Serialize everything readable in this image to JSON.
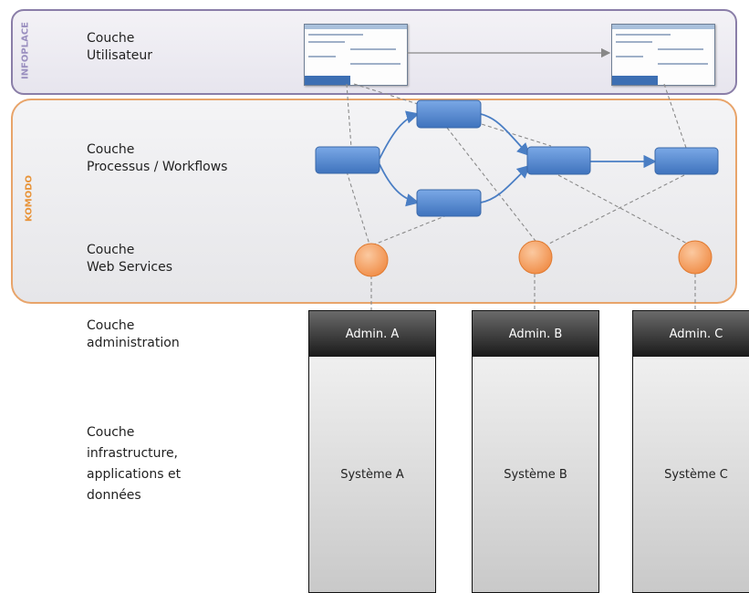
{
  "layers": {
    "infoplace_tag": "INFOPLACE",
    "komodo_tag": "KOMODO"
  },
  "labels": {
    "utilisateur": [
      "Couche",
      "Utilisateur"
    ],
    "processus": [
      "Couche",
      "Processus / Workflows"
    ],
    "webservices": [
      "Couche",
      "Web Services"
    ],
    "administration": [
      "Couche",
      "administration"
    ],
    "infrastructure": [
      "Couche",
      "infrastructure,",
      "applications et",
      "données"
    ]
  },
  "systems": [
    {
      "admin": "Admin. A",
      "name": "Système A"
    },
    {
      "admin": "Admin. B",
      "name": "Système B"
    },
    {
      "admin": "Admin. C",
      "name": "Système C"
    }
  ],
  "colors": {
    "infoplace_border": "#8a7ea8",
    "komodo_border": "#e8a46a",
    "process_box": "#5b8fd6",
    "web_service": "#f5a66a",
    "admin_header": "#1a1a1a"
  }
}
